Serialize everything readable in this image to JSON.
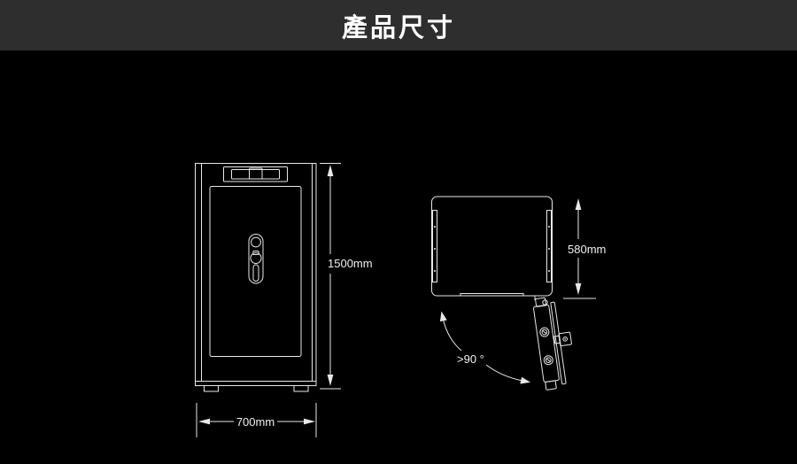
{
  "header": {
    "title": "產品尺寸"
  },
  "colors": {
    "header_background": "#2e2e2e",
    "page_background": "#000000",
    "line_color": "#e8e8e8",
    "text_color": "#ffffff"
  },
  "diagram": {
    "front_view": {
      "height_dimension": "1500mm",
      "width_dimension": "700mm"
    },
    "top_view": {
      "depth_dimension": "580mm",
      "door_angle": ">90 °"
    }
  }
}
